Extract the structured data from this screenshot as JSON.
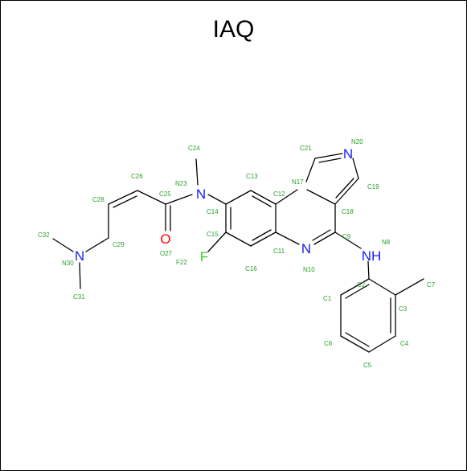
{
  "title": "IAQ",
  "colors": {
    "bond": "#000000",
    "label": "#2aa02a",
    "nitrogen": "#1a1aff",
    "oxygen": "#ff0000",
    "fluorine": "#33cc33"
  },
  "hetero_atoms": {
    "n20": "N",
    "nh": "NH",
    "n10": "N",
    "n23": "N",
    "n30": "N",
    "o27": "O",
    "f22": "F"
  },
  "atom_labels": {
    "c1": "C1",
    "c2": "C2",
    "c3": "C3",
    "c4": "C4",
    "c5": "C5",
    "c6": "C6",
    "c7": "C7",
    "n8": "N8",
    "c9": "C9",
    "n10": "N10",
    "c11": "C11",
    "c12": "C12",
    "c13": "C13",
    "c14": "C14",
    "c15": "C15",
    "c16": "C16",
    "n17": "N17",
    "c18": "C18",
    "c19": "C19",
    "n20": "N20",
    "c21": "C21",
    "f22": "F22",
    "n23": "N23",
    "c24": "C24",
    "c25": "C25",
    "c26": "C26",
    "o27": "O27",
    "c28": "C28",
    "c29": "C29",
    "n30": "N30",
    "c31": "C31",
    "c32": "C32"
  }
}
